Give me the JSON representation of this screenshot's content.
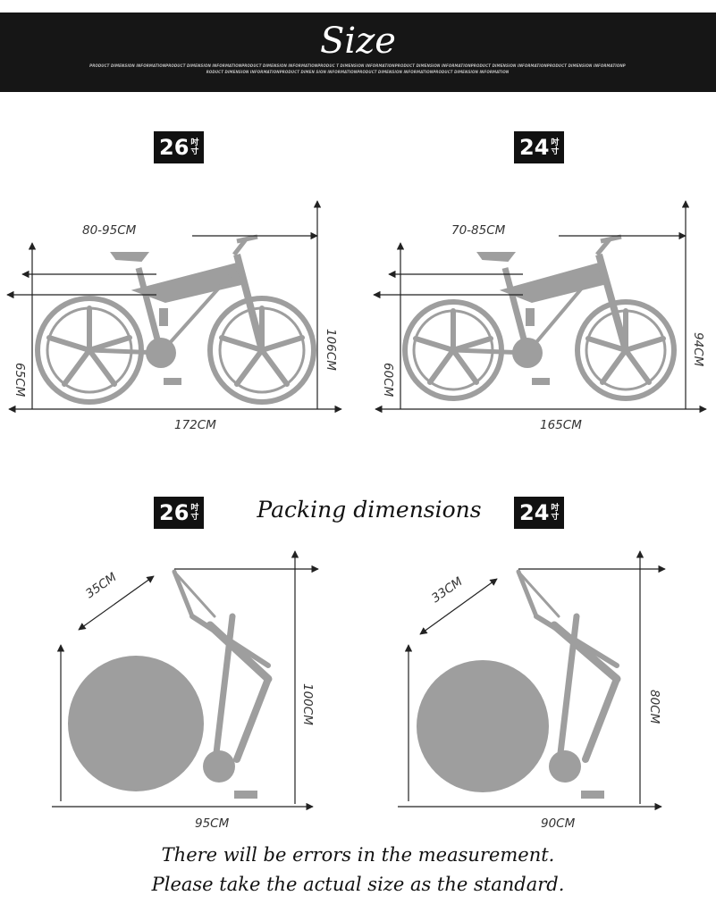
{
  "header": {
    "title": "Size",
    "subtitle": "PRODUCT DIMENSION INFORMATIONPRODUCT DIMENSION INFORMATIONPRODUCT DIMENSION INFORMATIONPRODUC T DIMENSION INFORMATIONPRODUCT DIMENSION INFORMATIONPRODUCT DIMENSION INFORMATIONPRODUCT DIMENSION INFORMATIONPRODUCT DIMENSION INFORMATIONPRODUCT DIMEN SION INFORMATIONPRODUCT DIMENSION INFORMATIONPRODUCT DIMENSION INFORMATION"
  },
  "riding": {
    "bike_26": {
      "badge_number": "26",
      "badge_unit_top": "吋",
      "badge_unit_bottom": "寸",
      "seat_range": "80-95CM",
      "total_height": "106CM",
      "front_height": "65CM",
      "length": "172CM"
    },
    "bike_24": {
      "badge_number": "24",
      "badge_unit_top": "吋",
      "badge_unit_bottom": "寸",
      "seat_range": "70-85CM",
      "total_height": "94CM",
      "front_height": "60CM",
      "length": "165CM"
    }
  },
  "packing": {
    "title": "Packing dimensions",
    "bike_26": {
      "badge_number": "26",
      "badge_unit_top": "吋",
      "badge_unit_bottom": "寸",
      "width": "35CM",
      "height": "100CM",
      "length": "95CM"
    },
    "bike_24": {
      "badge_number": "24",
      "badge_unit_top": "吋",
      "badge_unit_bottom": "寸",
      "width": "33CM",
      "height": "80CM",
      "length": "90CM"
    }
  },
  "footer": {
    "line1": "There will be errors in the measurement.",
    "line2": "Please take the actual size as the standard."
  },
  "colors": {
    "header_bg": "#161616",
    "bike_gray": "#9e9e9e",
    "arrow": "#222222"
  }
}
